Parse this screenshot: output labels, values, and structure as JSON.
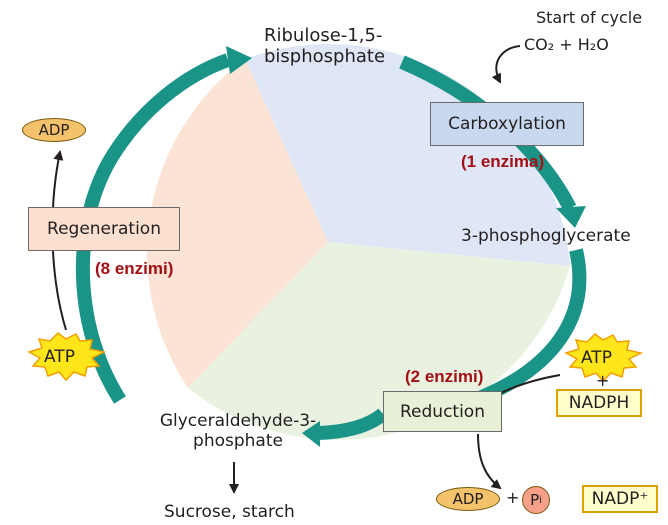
{
  "nodes": {
    "rubp": "Ribulose-1,5-\nbisphosphate",
    "start": "Start of cycle",
    "co2_h2o": "CO₂ + H₂O",
    "carboxylation": "Carboxylation",
    "enz_carbox": "(1 enzima)",
    "pga": "3-phosphoglycerate",
    "regeneration": "Regeneration",
    "enz_regen": "(8 enzimi)",
    "enz_reduct": "(2 enzimi)",
    "reduction": "Reduction",
    "g3p": "Glyceraldehyde-3-\nphosphate",
    "sucrose": "Sucrose, starch",
    "adp_top": "ADP",
    "atp_left": "ATP",
    "atp_right": "ATP",
    "plus_right": "+",
    "nadph": "NADPH",
    "adp_bottom": "ADP",
    "plus_bottom": "+",
    "pi": "P",
    "pi_sub": "i",
    "nadp": "NADP⁺"
  },
  "colors": {
    "arrow": "#1b9488",
    "sector_top": "#dfe6f6",
    "sector_left": "#fbe3d5",
    "sector_bottom": "#e9f2e1",
    "carbox_box": "#c8d9ef",
    "regen_box": "#fbe0d0",
    "reduct_box": "#e8f0d7",
    "star_fill": "#ffe61a",
    "star_stroke": "#f0a000",
    "oval_fill": "#f4c26a",
    "pi_fill": "#f6a08a",
    "ybox_fill": "#ffffcc",
    "enzyme_text": "#a30f14"
  }
}
